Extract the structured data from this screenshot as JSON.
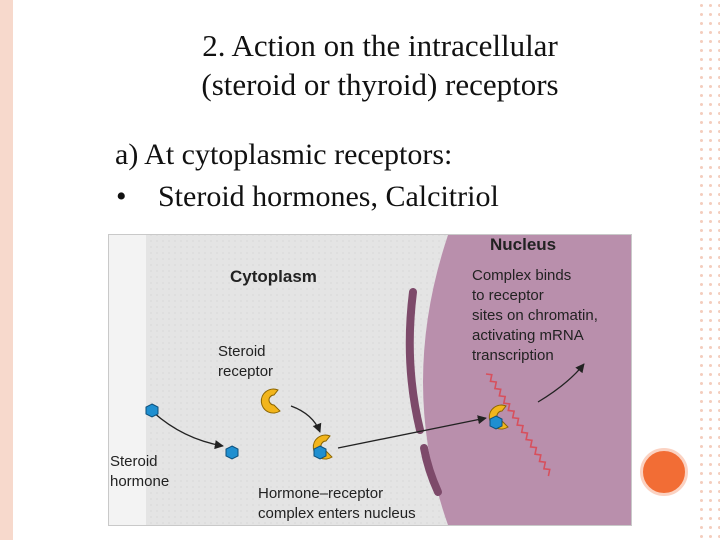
{
  "slide": {
    "title_line1": "2. Action on the intracellular",
    "title_line2": "(steroid or thyroid) receptors",
    "subtitle": "a) At cytoplasmic receptors:",
    "bullet": "•",
    "bullet_text": "Steroid hormones, Calcitriol"
  },
  "figure": {
    "nucleus_label": "Nucleus",
    "cytoplasm_label": "Cytoplasm",
    "nucleus_caption": [
      "Complex binds",
      "to receptor",
      "sites on chromatin,",
      "activating mRNA",
      "transcription"
    ],
    "receptor_label": [
      "Steroid",
      "receptor"
    ],
    "hormone_label": [
      "Steroid",
      "hormone"
    ],
    "complex_label": [
      "Hormone–receptor",
      "complex enters nucleus"
    ]
  },
  "colors": {
    "accent_orange": "#f26d35",
    "nucleus_fill": "#b98fac",
    "cytoplasm_fill": "#e4e4e4",
    "receptor_yellow": "#f2b51c",
    "hormone_blue": "#1f8fd0",
    "mrna_red": "#d7505d",
    "membrane_purple": "#7d4a6a"
  }
}
